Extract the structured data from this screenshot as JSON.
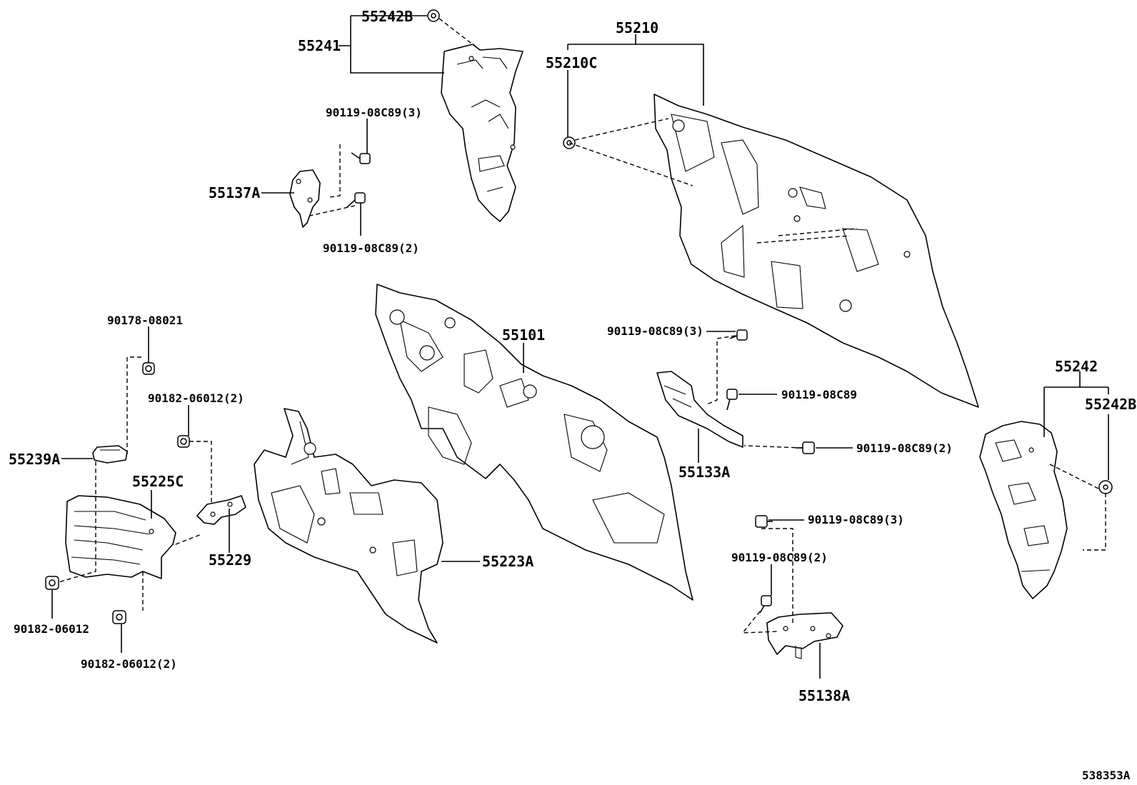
{
  "labels": {
    "p55242B_top": "55242B",
    "p55241": "55241",
    "p55210": "55210",
    "p55210C": "55210C",
    "b90119_3_top": "90119-08C89(3)",
    "p55137A": "55137A",
    "b90119_2_top": "90119-08C89(2)",
    "n90178": "90178-08021",
    "p55101": "55101",
    "b90119_3_mid": "90119-08C89(3)",
    "n90182_2_upper": "90182-06012(2)",
    "b90119_single": "90119-08C89",
    "p55242": "55242",
    "p55242B_right": "55242B",
    "p55239A": "55239A",
    "p55225C": "55225C",
    "p55133A": "55133A",
    "b90119_2_right": "90119-08C89(2)",
    "p55229": "55229",
    "p55223A": "55223A",
    "b90119_3_low": "90119-08C89(3)",
    "b90119_2_low": "90119-08C89(2)",
    "n90182_left": "90182-06012",
    "n90182_2_lower": "90182-06012(2)",
    "p55138A": "55138A",
    "diagram_code": "538353A"
  }
}
